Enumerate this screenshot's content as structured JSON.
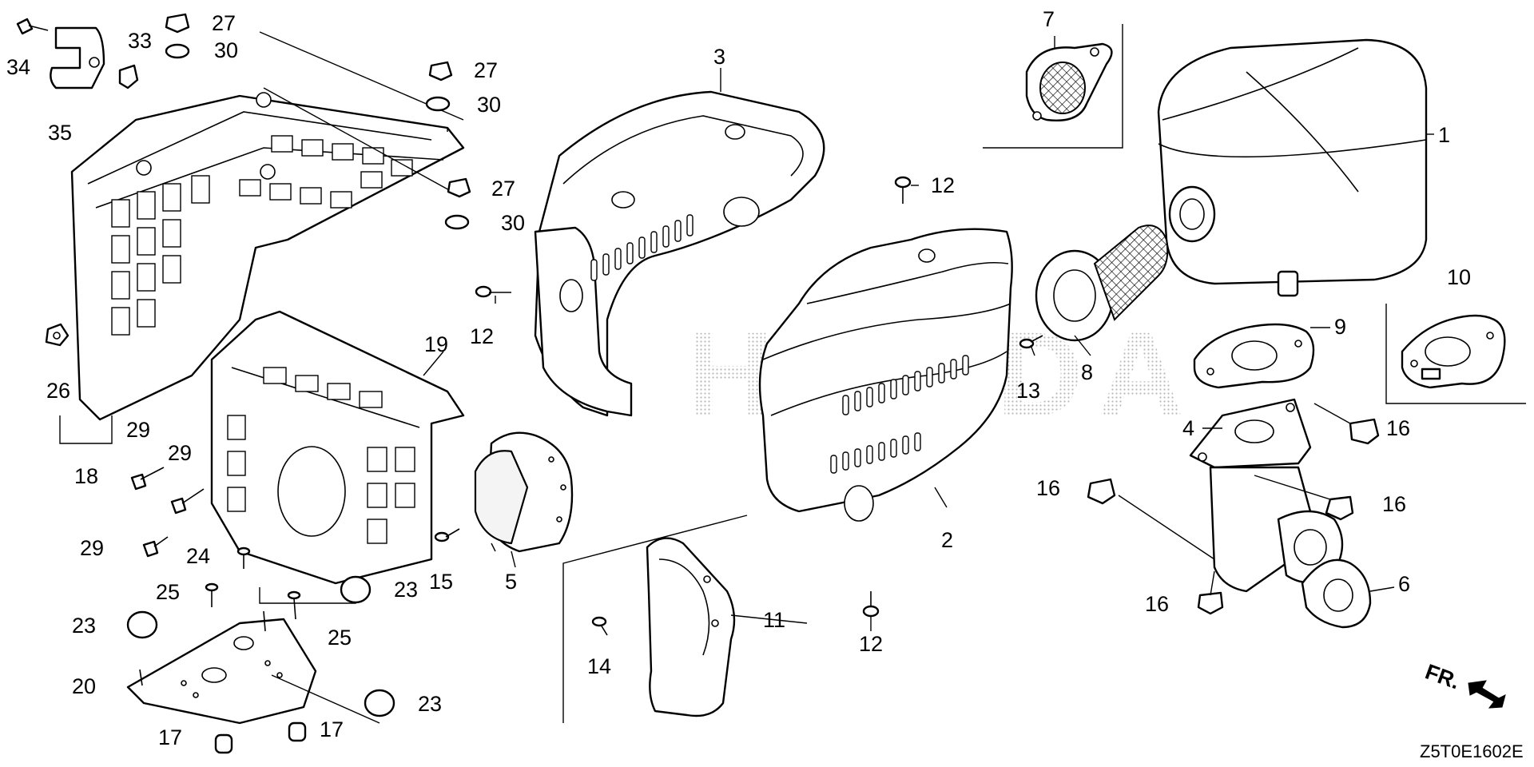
{
  "diagram": {
    "watermark": "HONDA",
    "drawing_code": "Z5T0E1602E",
    "front_indicator": "FR.",
    "callouts": [
      {
        "key": "c1",
        "text": "1"
      },
      {
        "key": "c2",
        "text": "2"
      },
      {
        "key": "c3",
        "text": "3"
      },
      {
        "key": "c4",
        "text": "4"
      },
      {
        "key": "c5",
        "text": "5"
      },
      {
        "key": "c6",
        "text": "6"
      },
      {
        "key": "c7",
        "text": "7"
      },
      {
        "key": "c8",
        "text": "8"
      },
      {
        "key": "c9",
        "text": "9"
      },
      {
        "key": "c10",
        "text": "10"
      },
      {
        "key": "c11",
        "text": "11"
      },
      {
        "key": "c12a",
        "text": "12"
      },
      {
        "key": "c12b",
        "text": "12"
      },
      {
        "key": "c12c",
        "text": "12"
      },
      {
        "key": "c13",
        "text": "13"
      },
      {
        "key": "c14",
        "text": "14"
      },
      {
        "key": "c15",
        "text": "15"
      },
      {
        "key": "c16a",
        "text": "16"
      },
      {
        "key": "c16b",
        "text": "16"
      },
      {
        "key": "c16c",
        "text": "16"
      },
      {
        "key": "c16d",
        "text": "16"
      },
      {
        "key": "c17a",
        "text": "17"
      },
      {
        "key": "c17b",
        "text": "17"
      },
      {
        "key": "c18",
        "text": "18"
      },
      {
        "key": "c19",
        "text": "19"
      },
      {
        "key": "c20",
        "text": "20"
      },
      {
        "key": "c23a",
        "text": "23"
      },
      {
        "key": "c23b",
        "text": "23"
      },
      {
        "key": "c23c",
        "text": "23"
      },
      {
        "key": "c24",
        "text": "24"
      },
      {
        "key": "c25a",
        "text": "25"
      },
      {
        "key": "c25b",
        "text": "25"
      },
      {
        "key": "c26",
        "text": "26"
      },
      {
        "key": "c27a",
        "text": "27"
      },
      {
        "key": "c27b",
        "text": "27"
      },
      {
        "key": "c27c",
        "text": "27"
      },
      {
        "key": "c29a",
        "text": "29"
      },
      {
        "key": "c29b",
        "text": "29"
      },
      {
        "key": "c29c",
        "text": "29"
      },
      {
        "key": "c30a",
        "text": "30"
      },
      {
        "key": "c30b",
        "text": "30"
      },
      {
        "key": "c30c",
        "text": "30"
      },
      {
        "key": "c33",
        "text": "33"
      },
      {
        "key": "c34",
        "text": "34"
      },
      {
        "key": "c35",
        "text": "35"
      }
    ]
  }
}
